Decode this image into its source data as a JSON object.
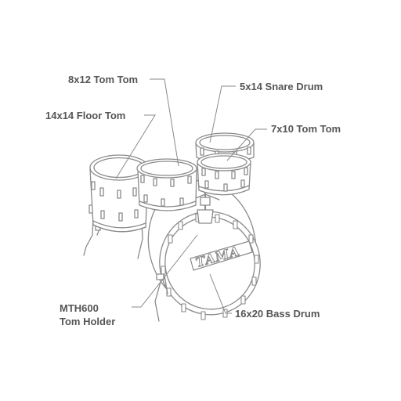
{
  "labels": {
    "tom_8x12": "8x12 Tom Tom",
    "snare_5x14": "5x14 Snare Drum",
    "floor_14x14": "14x14 Floor Tom",
    "tom_7x10": "7x10 Tom Tom",
    "holder_line1": "MTH600",
    "holder_line2": "Tom Holder",
    "bass_16x20": "16x20 Bass Drum"
  },
  "bass_head_logo": "TAMA",
  "colors": {
    "line": "#8a8a8a",
    "text": "#555555",
    "background": "#ffffff"
  }
}
